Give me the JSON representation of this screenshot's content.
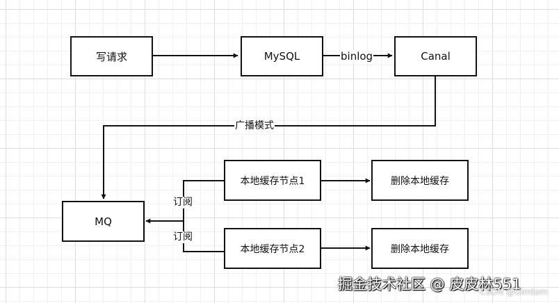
{
  "nodes": {
    "write_request": "写请求",
    "mysql": "MySQL",
    "canal": "Canal",
    "mq": "MQ",
    "cache_node_1": "本地缓存节点1",
    "cache_node_2": "本地缓存节点2",
    "delete_cache_1": "删除本地缓存",
    "delete_cache_2": "删除本地缓存"
  },
  "edge_labels": {
    "binlog": "binlog",
    "broadcast": "广播模式",
    "subscribe_1": "订阅",
    "subscribe_2": "订阅"
  },
  "watermark": {
    "main": "掘金技术社区 @ 皮皮林551",
    "csdn": "CSDN @Gimtom"
  },
  "colors": {
    "stroke": "#111111",
    "grid": "#dedede",
    "background": "#ffffff"
  }
}
